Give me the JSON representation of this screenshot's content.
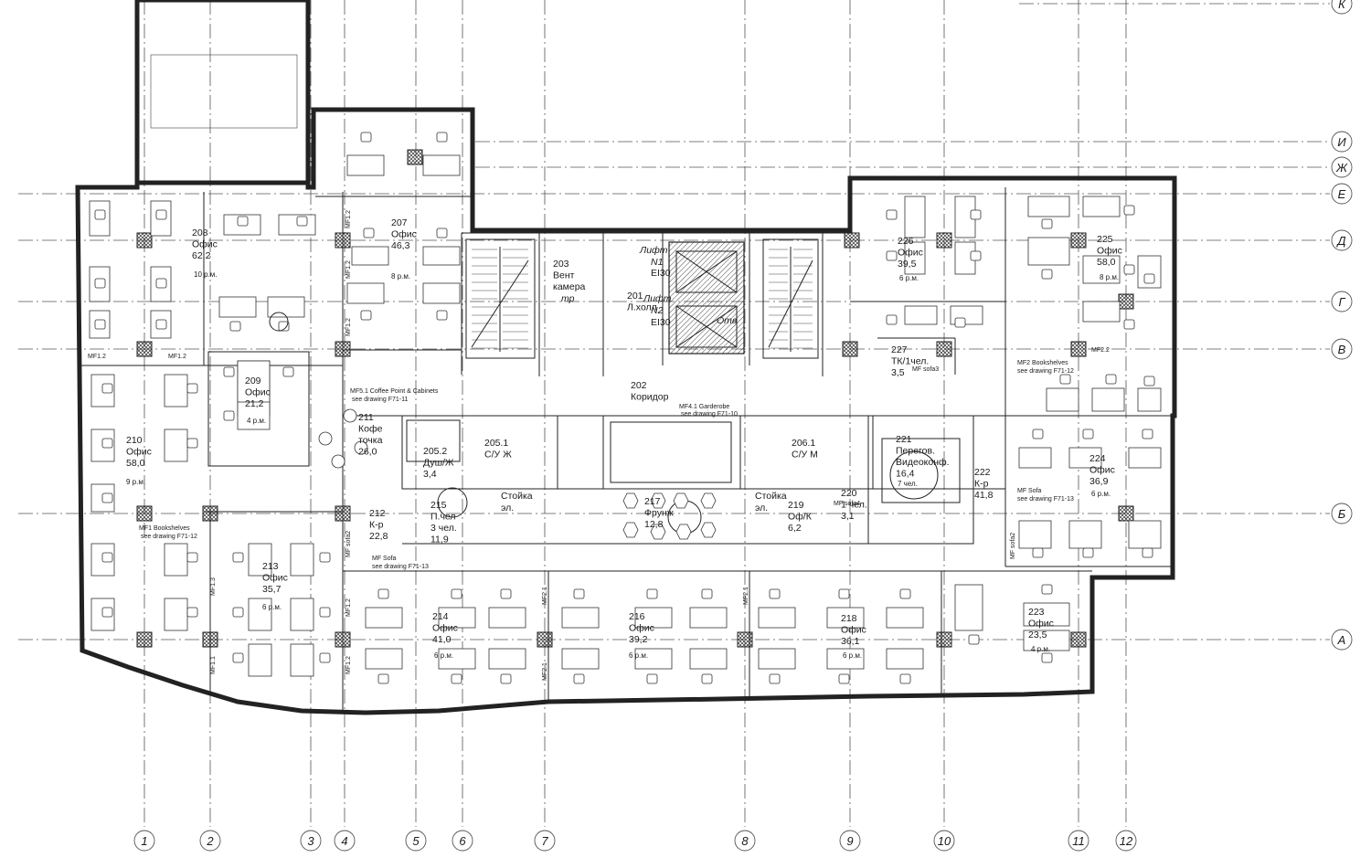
{
  "axes": {
    "vertical": [
      "1",
      "2",
      "3",
      "4",
      "5",
      "6",
      "7",
      "8",
      "9",
      "10",
      "11",
      "12"
    ],
    "horizontal": [
      "К",
      "И",
      "Ж",
      "Е",
      "Д",
      "Г",
      "В",
      "Б",
      "А"
    ]
  },
  "rooms": [
    {
      "id": "r201",
      "lines": [
        "201",
        "Л.холл"
      ]
    },
    {
      "id": "r202",
      "lines": [
        "202",
        "Коридор"
      ]
    },
    {
      "id": "r203",
      "lines": [
        "203",
        "Вент",
        "камера"
      ]
    },
    {
      "id": "r2051",
      "lines": [
        "205.1",
        "С/У Ж"
      ]
    },
    {
      "id": "r2052",
      "lines": [
        "205.2",
        "Душ/Ж",
        "3,4"
      ]
    },
    {
      "id": "r2061",
      "lines": [
        "206.1",
        "С/У М"
      ]
    },
    {
      "id": "r207",
      "lines": [
        "207",
        "Офис",
        "46,3"
      ]
    },
    {
      "id": "r208",
      "lines": [
        "208",
        "Офис",
        "62,2"
      ]
    },
    {
      "id": "r209",
      "lines": [
        "209",
        "Офис",
        "21,2"
      ]
    },
    {
      "id": "r210",
      "lines": [
        "210",
        "Офис",
        "58,0"
      ]
    },
    {
      "id": "r211",
      "lines": [
        "211",
        "Кофе",
        "точка",
        "26,0"
      ]
    },
    {
      "id": "r212",
      "lines": [
        "212",
        "К-р",
        "22,8"
      ]
    },
    {
      "id": "r213",
      "lines": [
        "213",
        "Офис",
        "35,7"
      ]
    },
    {
      "id": "r214",
      "lines": [
        "214",
        "Офис",
        "41,0"
      ]
    },
    {
      "id": "r215",
      "lines": [
        "215",
        "П.чел",
        "3 чел.",
        "11,9"
      ]
    },
    {
      "id": "r216",
      "lines": [
        "216",
        "Офис",
        "39,2"
      ]
    },
    {
      "id": "r217",
      "lines": [
        "217",
        "Фрунж",
        "12,8"
      ]
    },
    {
      "id": "r218",
      "lines": [
        "218",
        "Офис",
        "36,1"
      ]
    },
    {
      "id": "r219",
      "lines": [
        "219",
        "Оф/К",
        "6,2"
      ]
    },
    {
      "id": "r220",
      "lines": [
        "220",
        "1 чел.",
        "3,1"
      ]
    },
    {
      "id": "r221",
      "lines": [
        "221",
        "Перегов.",
        "Видеоконф.",
        "16,4"
      ]
    },
    {
      "id": "r222",
      "lines": [
        "222",
        "К-р",
        "41,8"
      ]
    },
    {
      "id": "r223",
      "lines": [
        "223",
        "Офис",
        "23,5"
      ]
    },
    {
      "id": "r224",
      "lines": [
        "224",
        "Офис",
        "36,9"
      ]
    },
    {
      "id": "r225",
      "lines": [
        "225",
        "Офис",
        "58,0"
      ]
    },
    {
      "id": "r226",
      "lines": [
        "226",
        "Офис",
        "39,5"
      ]
    },
    {
      "id": "r227",
      "lines": [
        "227",
        "ТК/1чел.",
        "3,5"
      ]
    }
  ],
  "seats": {
    "r207": "8 р.м.",
    "r208": "10 р.м.",
    "r209": "4 р.м.",
    "r210": "9 р.м.",
    "r213": "6 р.м.",
    "r214": "6 р.м.",
    "r216": "6 р.м.",
    "r218": "6 р.м.",
    "r221": "7 чел.",
    "r223": "4 р.м.",
    "r224": "6 р.м.",
    "r225": "8 р.м.",
    "r226": "6 р.м."
  },
  "lifts": {
    "title": "Лифт",
    "lift1": "N1",
    "lift2": "N2",
    "rating1": "EI30",
    "rating2": "EI30",
    "rating3": "EI30",
    "shaft": "Отв"
  },
  "counters": {
    "left": [
      "Стойка",
      "эл."
    ],
    "right": [
      "Стойка",
      "эл."
    ]
  },
  "notes": {
    "mf51": "MF5.1 Coffee Point & Cabinets",
    "mf51_ref": "see drawing F71-11",
    "mf41": "MF4.1 Garderobe",
    "mf41_ref": "see drawing F71-10",
    "mf1b": "MF1 Bookshelves",
    "mf1b_ref": "see drawing F71-12",
    "mfsofa_l": "MF Sofa",
    "mfsofa_l_ref": "see drawing F71-13",
    "mfsofa_r": "MF Sofa",
    "mfsofa_r_ref": "see drawing F71-13",
    "mf2b": "MF2 Bookshelves",
    "mf2b_ref": "see drawing F71-12",
    "mf12_a": "MF1.2",
    "mf12_b": "MF1.2",
    "mf12_c": "MF1.2",
    "mf12_d": "MF1.2",
    "mf12_e": "MF1.2",
    "mf12_f": "MF1.2",
    "mf13": "MF1.3",
    "mf1_1": "MF1.1",
    "mf22": "MF2.2",
    "mf21_a": "MF2.1",
    "mf21_b": "MF2.1",
    "mf21_c": "MF2.1",
    "mf12_g": "MF1.2",
    "mfsofa2_l": "MF sofa2",
    "mfsofa2_r": "MF sofa2",
    "mfsofa3": "MF sofa3",
    "mfsofa4": "MF sofa4",
    "tp": "тр"
  }
}
